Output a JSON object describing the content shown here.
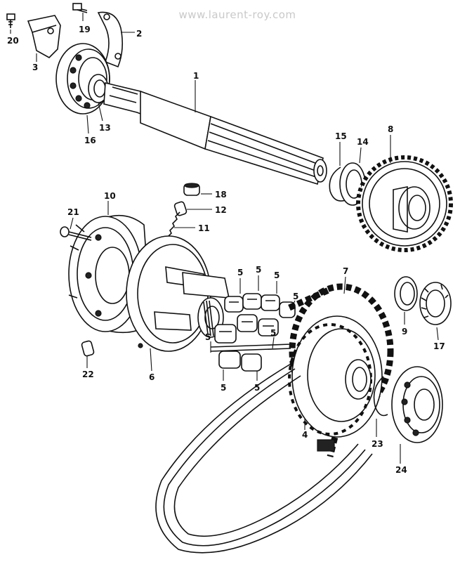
{
  "watermark": "www.laurent-roy.com",
  "parts": [
    {
      "id": "p1",
      "number": "1"
    },
    {
      "id": "p2",
      "number": "2"
    },
    {
      "id": "p3",
      "number": "3"
    },
    {
      "id": "p4",
      "number": "4"
    },
    {
      "id": "p5a",
      "number": "5"
    },
    {
      "id": "p5b",
      "number": "5"
    },
    {
      "id": "p5c",
      "number": "5"
    },
    {
      "id": "p5d",
      "number": "5"
    },
    {
      "id": "p5e",
      "number": "5"
    },
    {
      "id": "p5f",
      "number": "5"
    },
    {
      "id": "p5g",
      "number": "5"
    },
    {
      "id": "p5h",
      "number": "5"
    },
    {
      "id": "p6",
      "number": "6"
    },
    {
      "id": "p7",
      "number": "7"
    },
    {
      "id": "p8",
      "number": "8"
    },
    {
      "id": "p9",
      "number": "9"
    },
    {
      "id": "p10",
      "number": "10"
    },
    {
      "id": "p11",
      "number": "11"
    },
    {
      "id": "p12",
      "number": "12"
    },
    {
      "id": "p13",
      "number": "13"
    },
    {
      "id": "p14",
      "number": "14"
    },
    {
      "id": "p15",
      "number": "15"
    },
    {
      "id": "p16",
      "number": "16"
    },
    {
      "id": "p17",
      "number": "17"
    },
    {
      "id": "p18",
      "number": "18"
    },
    {
      "id": "p19",
      "number": "19"
    },
    {
      "id": "p20",
      "number": "20"
    },
    {
      "id": "p21",
      "number": "21"
    },
    {
      "id": "p22",
      "number": "22"
    },
    {
      "id": "p23",
      "number": "23"
    },
    {
      "id": "p24",
      "number": "24"
    }
  ]
}
